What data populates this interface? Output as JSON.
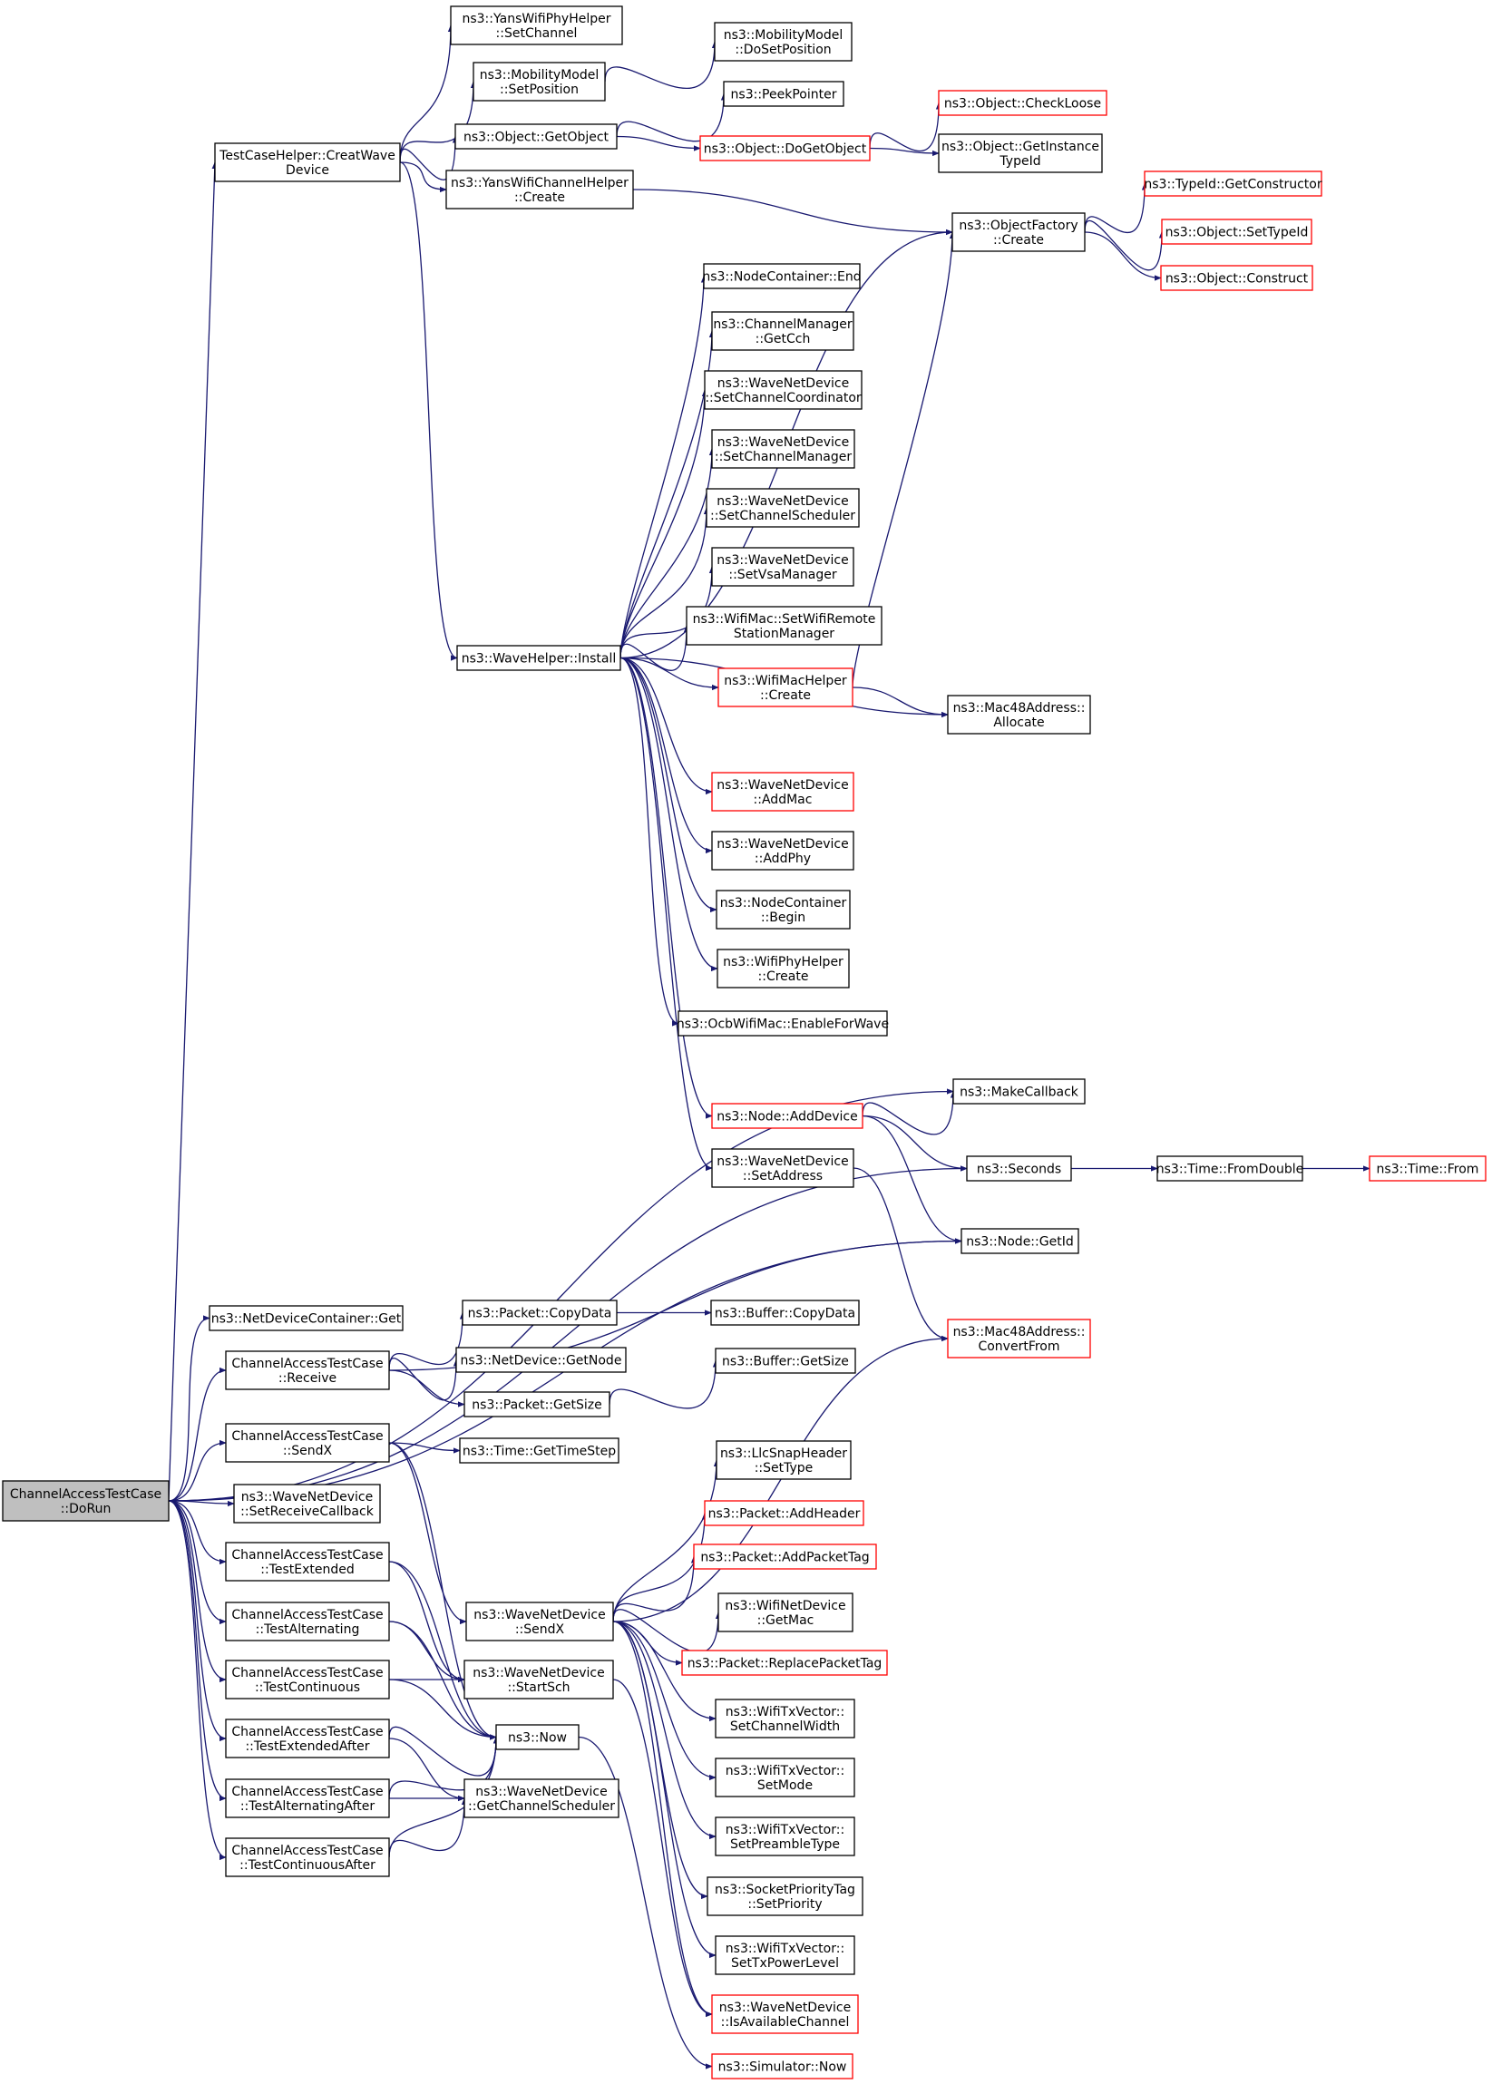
{
  "nodes": [
    {
      "id": "root",
      "lines": [
        "ChannelAccessTestCase",
        "::DoRun"
      ],
      "style": "root"
    },
    {
      "id": "tch",
      "lines": [
        "TestCaseHelper::CreatWave",
        "Device"
      ],
      "style": "normal"
    },
    {
      "id": "ywph_sc",
      "lines": [
        "ns3::YansWifiPhyHelper",
        "::SetChannel"
      ],
      "style": "normal"
    },
    {
      "id": "mm_setpos",
      "lines": [
        "ns3::MobilityModel",
        "::SetPosition"
      ],
      "style": "normal"
    },
    {
      "id": "mm_dosetpos",
      "lines": [
        "ns3::MobilityModel",
        "::DoSetPosition"
      ],
      "style": "normal"
    },
    {
      "id": "obj_getobj",
      "lines": [
        "ns3::Object::GetObject"
      ],
      "style": "normal"
    },
    {
      "id": "peekptr",
      "lines": [
        "ns3::PeekPointer"
      ],
      "style": "normal"
    },
    {
      "id": "obj_checkloose",
      "lines": [
        "ns3::Object::CheckLoose"
      ],
      "style": "red"
    },
    {
      "id": "obj_dogetobj",
      "lines": [
        "ns3::Object::DoGetObject"
      ],
      "style": "red"
    },
    {
      "id": "obj_getinst",
      "lines": [
        "ns3::Object::GetInstance",
        "TypeId"
      ],
      "style": "normal"
    },
    {
      "id": "ywch_create",
      "lines": [
        "ns3::YansWifiChannelHelper",
        "::Create"
      ],
      "style": "normal"
    },
    {
      "id": "typeid_getctor",
      "lines": [
        "ns3::TypeId::GetConstructor"
      ],
      "style": "red"
    },
    {
      "id": "of_create",
      "lines": [
        "ns3::ObjectFactory",
        "::Create"
      ],
      "style": "normal"
    },
    {
      "id": "obj_settypeid",
      "lines": [
        "ns3::Object::SetTypeId"
      ],
      "style": "red"
    },
    {
      "id": "obj_construct",
      "lines": [
        "ns3::Object::Construct"
      ],
      "style": "red"
    },
    {
      "id": "nc_end",
      "lines": [
        "ns3::NodeContainer::End"
      ],
      "style": "normal"
    },
    {
      "id": "cm_getcch",
      "lines": [
        "ns3::ChannelManager",
        "::GetCch"
      ],
      "style": "normal"
    },
    {
      "id": "wnd_setcc",
      "lines": [
        "ns3::WaveNetDevice",
        "::SetChannelCoordinator"
      ],
      "style": "normal"
    },
    {
      "id": "wnd_setcm",
      "lines": [
        "ns3::WaveNetDevice",
        "::SetChannelManager"
      ],
      "style": "normal"
    },
    {
      "id": "wnd_setcs",
      "lines": [
        "ns3::WaveNetDevice",
        "::SetChannelScheduler"
      ],
      "style": "normal"
    },
    {
      "id": "wnd_setvsa",
      "lines": [
        "ns3::WaveNetDevice",
        "::SetVsaManager"
      ],
      "style": "normal"
    },
    {
      "id": "wm_setwrsm",
      "lines": [
        "ns3::WifiMac::SetWifiRemote",
        "StationManager"
      ],
      "style": "normal"
    },
    {
      "id": "wh_install",
      "lines": [
        "ns3::WaveHelper::Install"
      ],
      "style": "normal"
    },
    {
      "id": "wmh_create",
      "lines": [
        "ns3::WifiMacHelper",
        "::Create"
      ],
      "style": "red"
    },
    {
      "id": "mac48_alloc",
      "lines": [
        "ns3::Mac48Address::",
        "Allocate"
      ],
      "style": "normal"
    },
    {
      "id": "wnd_addmac",
      "lines": [
        "ns3::WaveNetDevice",
        "::AddMac"
      ],
      "style": "red"
    },
    {
      "id": "wnd_addphy",
      "lines": [
        "ns3::WaveNetDevice",
        "::AddPhy"
      ],
      "style": "normal"
    },
    {
      "id": "nc_begin",
      "lines": [
        "ns3::NodeContainer",
        "::Begin"
      ],
      "style": "normal"
    },
    {
      "id": "wph_create",
      "lines": [
        "ns3::WifiPhyHelper",
        "::Create"
      ],
      "style": "normal"
    },
    {
      "id": "ocb_enable",
      "lines": [
        "ns3::OcbWifiMac::EnableForWave"
      ],
      "style": "normal"
    },
    {
      "id": "makecb",
      "lines": [
        "ns3::MakeCallback"
      ],
      "style": "normal"
    },
    {
      "id": "node_adddev",
      "lines": [
        "ns3::Node::AddDevice"
      ],
      "style": "red"
    },
    {
      "id": "seconds",
      "lines": [
        "ns3::Seconds"
      ],
      "style": "normal"
    },
    {
      "id": "time_fromdouble",
      "lines": [
        "ns3::Time::FromDouble"
      ],
      "style": "normal"
    },
    {
      "id": "time_from",
      "lines": [
        "ns3::Time::From"
      ],
      "style": "red"
    },
    {
      "id": "wnd_setaddr",
      "lines": [
        "ns3::WaveNetDevice",
        "::SetAddress"
      ],
      "style": "normal"
    },
    {
      "id": "node_getid",
      "lines": [
        "ns3::Node::GetId"
      ],
      "style": "normal"
    },
    {
      "id": "ndc_get",
      "lines": [
        "ns3::NetDeviceContainer::Get"
      ],
      "style": "normal"
    },
    {
      "id": "pkt_copydata",
      "lines": [
        "ns3::Packet::CopyData"
      ],
      "style": "normal"
    },
    {
      "id": "buf_copydata",
      "lines": [
        "ns3::Buffer::CopyData"
      ],
      "style": "normal"
    },
    {
      "id": "mac48_convfrom",
      "lines": [
        "ns3::Mac48Address::",
        "ConvertFrom"
      ],
      "style": "red"
    },
    {
      "id": "catc_receive",
      "lines": [
        "ChannelAccessTestCase",
        "::Receive"
      ],
      "style": "normal"
    },
    {
      "id": "nd_getnode",
      "lines": [
        "ns3::NetDevice::GetNode"
      ],
      "style": "normal"
    },
    {
      "id": "buf_getsize",
      "lines": [
        "ns3::Buffer::GetSize"
      ],
      "style": "normal"
    },
    {
      "id": "pkt_getsize",
      "lines": [
        "ns3::Packet::GetSize"
      ],
      "style": "normal"
    },
    {
      "id": "catc_sendx",
      "lines": [
        "ChannelAccessTestCase",
        "::SendX"
      ],
      "style": "normal"
    },
    {
      "id": "time_getts",
      "lines": [
        "ns3::Time::GetTimeStep"
      ],
      "style": "normal"
    },
    {
      "id": "llc_settype",
      "lines": [
        "ns3::LlcSnapHeader",
        "::SetType"
      ],
      "style": "normal"
    },
    {
      "id": "wnd_setrcb",
      "lines": [
        "ns3::WaveNetDevice",
        "::SetReceiveCallback"
      ],
      "style": "normal"
    },
    {
      "id": "pkt_addheader",
      "lines": [
        "ns3::Packet::AddHeader"
      ],
      "style": "red"
    },
    {
      "id": "catc_testext",
      "lines": [
        "ChannelAccessTestCase",
        "::TestExtended"
      ],
      "style": "normal"
    },
    {
      "id": "pkt_addtag",
      "lines": [
        "ns3::Packet::AddPacketTag"
      ],
      "style": "red"
    },
    {
      "id": "wnd_sendx",
      "lines": [
        "ns3::WaveNetDevice",
        "::SendX"
      ],
      "style": "normal"
    },
    {
      "id": "wifind_getmac",
      "lines": [
        "ns3::WifiNetDevice",
        "::GetMac"
      ],
      "style": "normal"
    },
    {
      "id": "catc_testalt",
      "lines": [
        "ChannelAccessTestCase",
        "::TestAlternating"
      ],
      "style": "normal"
    },
    {
      "id": "pkt_reptag",
      "lines": [
        "ns3::Packet::ReplacePacketTag"
      ],
      "style": "red"
    },
    {
      "id": "wnd_startsch",
      "lines": [
        "ns3::WaveNetDevice",
        "::StartSch"
      ],
      "style": "normal"
    },
    {
      "id": "catc_testcont",
      "lines": [
        "ChannelAccessTestCase",
        "::TestContinuous"
      ],
      "style": "normal"
    },
    {
      "id": "wtv_setcw",
      "lines": [
        "ns3::WifiTxVector::",
        "SetChannelWidth"
      ],
      "style": "normal"
    },
    {
      "id": "now",
      "lines": [
        "ns3::Now"
      ],
      "style": "normal"
    },
    {
      "id": "catc_testextafter",
      "lines": [
        "ChannelAccessTestCase",
        "::TestExtendedAfter"
      ],
      "style": "normal"
    },
    {
      "id": "wtv_setmode",
      "lines": [
        "ns3::WifiTxVector::",
        "SetMode"
      ],
      "style": "normal"
    },
    {
      "id": "catc_testaltafter",
      "lines": [
        "ChannelAccessTestCase",
        "::TestAlternatingAfter"
      ],
      "style": "normal"
    },
    {
      "id": "wnd_getcs",
      "lines": [
        "ns3::WaveNetDevice",
        "::GetChannelScheduler"
      ],
      "style": "normal"
    },
    {
      "id": "wtv_setpre",
      "lines": [
        "ns3::WifiTxVector::",
        "SetPreambleType"
      ],
      "style": "normal"
    },
    {
      "id": "catc_testcontafter",
      "lines": [
        "ChannelAccessTestCase",
        "::TestContinuousAfter"
      ],
      "style": "normal"
    },
    {
      "id": "spt_setprio",
      "lines": [
        "ns3::SocketPriorityTag",
        "::SetPriority"
      ],
      "style": "normal"
    },
    {
      "id": "wtv_settxpl",
      "lines": [
        "ns3::WifiTxVector::",
        "SetTxPowerLevel"
      ],
      "style": "normal"
    },
    {
      "id": "wnd_isavail",
      "lines": [
        "ns3::WaveNetDevice",
        "::IsAvailableChannel"
      ],
      "style": "red"
    },
    {
      "id": "sim_now",
      "lines": [
        "ns3::Simulator::Now"
      ],
      "style": "red"
    }
  ],
  "edges": [
    [
      "root",
      "tch"
    ],
    [
      "root",
      "makecb"
    ],
    [
      "root",
      "seconds"
    ],
    [
      "root",
      "node_getid"
    ],
    [
      "root",
      "ndc_get"
    ],
    [
      "root",
      "catc_receive"
    ],
    [
      "root",
      "catc_sendx"
    ],
    [
      "root",
      "wnd_setrcb"
    ],
    [
      "root",
      "catc_testext"
    ],
    [
      "root",
      "catc_testalt"
    ],
    [
      "root",
      "catc_testcont"
    ],
    [
      "root",
      "catc_testextafter"
    ],
    [
      "root",
      "catc_testaltafter"
    ],
    [
      "root",
      "catc_testcontafter"
    ],
    [
      "tch",
      "ywph_sc"
    ],
    [
      "tch",
      "mm_setpos"
    ],
    [
      "tch",
      "obj_getobj"
    ],
    [
      "tch",
      "ywch_create"
    ],
    [
      "tch",
      "wh_install"
    ],
    [
      "mm_setpos",
      "mm_dosetpos"
    ],
    [
      "obj_getobj",
      "peekptr"
    ],
    [
      "obj_getobj",
      "obj_dogetobj"
    ],
    [
      "obj_dogetobj",
      "obj_checkloose"
    ],
    [
      "obj_dogetobj",
      "obj_getinst"
    ],
    [
      "ywch_create",
      "of_create"
    ],
    [
      "of_create",
      "typeid_getctor"
    ],
    [
      "of_create",
      "obj_settypeid"
    ],
    [
      "of_create",
      "obj_construct"
    ],
    [
      "wh_install",
      "of_create"
    ],
    [
      "wh_install",
      "nc_end"
    ],
    [
      "wh_install",
      "cm_getcch"
    ],
    [
      "wh_install",
      "wnd_setcc"
    ],
    [
      "wh_install",
      "wnd_setcm"
    ],
    [
      "wh_install",
      "wnd_setcs"
    ],
    [
      "wh_install",
      "wnd_setvsa"
    ],
    [
      "wh_install",
      "wm_setwrsm"
    ],
    [
      "wh_install",
      "wmh_create"
    ],
    [
      "wh_install",
      "mac48_alloc"
    ],
    [
      "wh_install",
      "wnd_addmac"
    ],
    [
      "wh_install",
      "wnd_addphy"
    ],
    [
      "wh_install",
      "nc_begin"
    ],
    [
      "wh_install",
      "wph_create"
    ],
    [
      "wh_install",
      "ocb_enable"
    ],
    [
      "wh_install",
      "node_adddev"
    ],
    [
      "wh_install",
      "wnd_setaddr"
    ],
    [
      "wmh_create",
      "of_create"
    ],
    [
      "wmh_create",
      "mac48_alloc"
    ],
    [
      "node_adddev",
      "makecb"
    ],
    [
      "node_adddev",
      "seconds"
    ],
    [
      "node_adddev",
      "node_getid"
    ],
    [
      "seconds",
      "time_fromdouble"
    ],
    [
      "time_fromdouble",
      "time_from"
    ],
    [
      "wnd_setaddr",
      "mac48_convfrom"
    ],
    [
      "catc_receive",
      "node_getid"
    ],
    [
      "catc_receive",
      "pkt_copydata"
    ],
    [
      "catc_receive",
      "nd_getnode"
    ],
    [
      "catc_receive",
      "pkt_getsize"
    ],
    [
      "pkt_copydata",
      "buf_copydata"
    ],
    [
      "pkt_getsize",
      "buf_getsize"
    ],
    [
      "catc_sendx",
      "time_getts"
    ],
    [
      "catc_sendx",
      "wnd_sendx"
    ],
    [
      "catc_sendx",
      "now"
    ],
    [
      "wnd_sendx",
      "mac48_convfrom"
    ],
    [
      "wnd_sendx",
      "llc_settype"
    ],
    [
      "wnd_sendx",
      "pkt_addheader"
    ],
    [
      "wnd_sendx",
      "pkt_addtag"
    ],
    [
      "wnd_sendx",
      "wifind_getmac"
    ],
    [
      "wnd_sendx",
      "pkt_reptag"
    ],
    [
      "wnd_sendx",
      "wtv_setcw"
    ],
    [
      "wnd_sendx",
      "wtv_setmode"
    ],
    [
      "wnd_sendx",
      "wtv_setpre"
    ],
    [
      "wnd_sendx",
      "spt_setprio"
    ],
    [
      "wnd_sendx",
      "wtv_settxpl"
    ],
    [
      "wnd_sendx",
      "wnd_isavail"
    ],
    [
      "catc_testext",
      "wnd_startsch"
    ],
    [
      "catc_testext",
      "now"
    ],
    [
      "catc_testalt",
      "wnd_startsch"
    ],
    [
      "catc_testalt",
      "now"
    ],
    [
      "catc_testcont",
      "wnd_startsch"
    ],
    [
      "catc_testcont",
      "now"
    ],
    [
      "catc_testextafter",
      "now"
    ],
    [
      "catc_testextafter",
      "wnd_getcs"
    ],
    [
      "catc_testaltafter",
      "now"
    ],
    [
      "catc_testaltafter",
      "wnd_getcs"
    ],
    [
      "catc_testcontafter",
      "now"
    ],
    [
      "catc_testcontafter",
      "wnd_getcs"
    ],
    [
      "wnd_startsch",
      "wnd_isavail"
    ],
    [
      "now",
      "sim_now"
    ]
  ]
}
